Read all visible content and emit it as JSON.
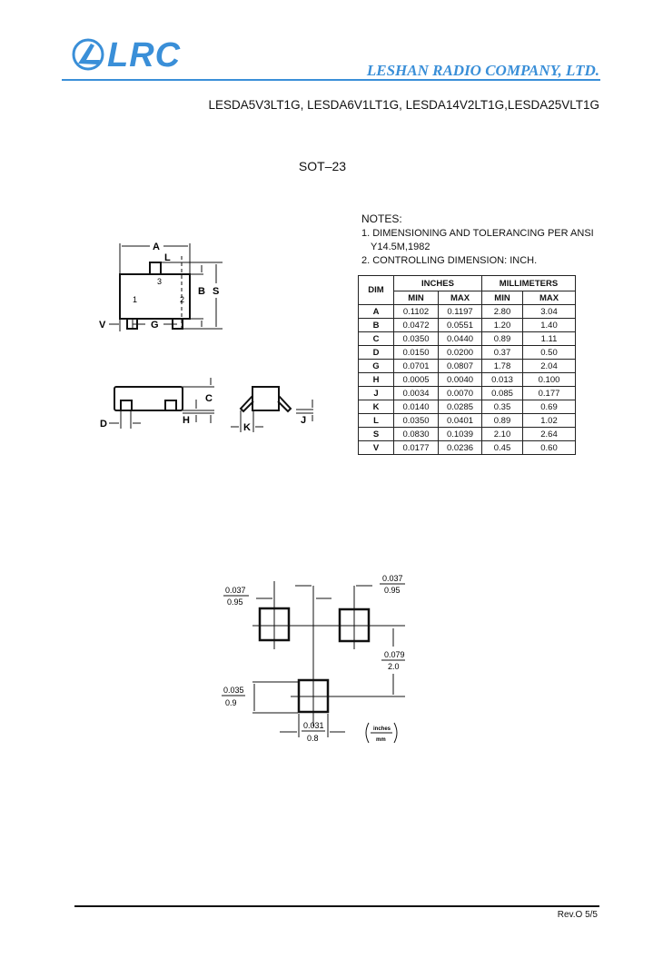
{
  "header": {
    "logo_text": "LRC",
    "company": "LESHAN RADIO COMPANY, LTD.",
    "part_numbers": "LESDA5V3LT1G, LESDA6V1LT1G, LESDA14V2LT1G,LESDA25VLT1G",
    "brand_color": "#3a8fd8"
  },
  "package": "SOT–23",
  "notes": {
    "title": "NOTES:",
    "items": [
      "1. DIMENSIONING AND TOLERANCING PER ANSI",
      "Y14.5M,1982",
      "2. CONTROLLING DIMENSION: INCH."
    ]
  },
  "table": {
    "dim_header": "DIM",
    "inches": "INCHES",
    "millimeters": "MILLIMETERS",
    "min": "MIN",
    "max": "MAX",
    "rows": [
      [
        "A",
        "0.1102",
        "0.1197",
        "2.80",
        "3.04"
      ],
      [
        "B",
        "0.0472",
        "0.0551",
        "1.20",
        "1.40"
      ],
      [
        "C",
        "0.0350",
        "0.0440",
        "0.89",
        "1.11"
      ],
      [
        "D",
        "0.0150",
        "0.0200",
        "0.37",
        "0.50"
      ],
      [
        "G",
        "0.0701",
        "0.0807",
        "1.78",
        "2.04"
      ],
      [
        "H",
        "0.0005",
        "0.0040",
        "0.013",
        "0.100"
      ],
      [
        "J",
        "0.0034",
        "0.0070",
        "0.085",
        "0.177"
      ],
      [
        "K",
        "0.0140",
        "0.0285",
        "0.35",
        "0.69"
      ],
      [
        "L",
        "0.0350",
        "0.0401",
        "0.89",
        "1.02"
      ],
      [
        "S",
        "0.0830",
        "0.1039",
        "2.10",
        "2.64"
      ],
      [
        "V",
        "0.0177",
        "0.0236",
        "0.45",
        "0.60"
      ]
    ]
  },
  "drawing": {
    "A": "A",
    "L": "L",
    "B": "B",
    "S": "S",
    "V": "V",
    "G": "G",
    "C": "C",
    "H": "H",
    "D": "D",
    "K": "K",
    "J": "J",
    "pin1": "1",
    "pin2": "2",
    "pin3": "3"
  },
  "footprint": {
    "left_pitch": [
      "0.037",
      "0.95"
    ],
    "right_pitch": [
      "0.037",
      "0.95"
    ],
    "row_spacing": [
      "0.079",
      "2.0"
    ],
    "pad_height": [
      "0.035",
      "0.9"
    ],
    "pad_width": [
      "0.031",
      "0.8"
    ],
    "units": [
      "inches",
      "mm"
    ]
  },
  "footer": {
    "revision": "Rev.O  5/5"
  }
}
